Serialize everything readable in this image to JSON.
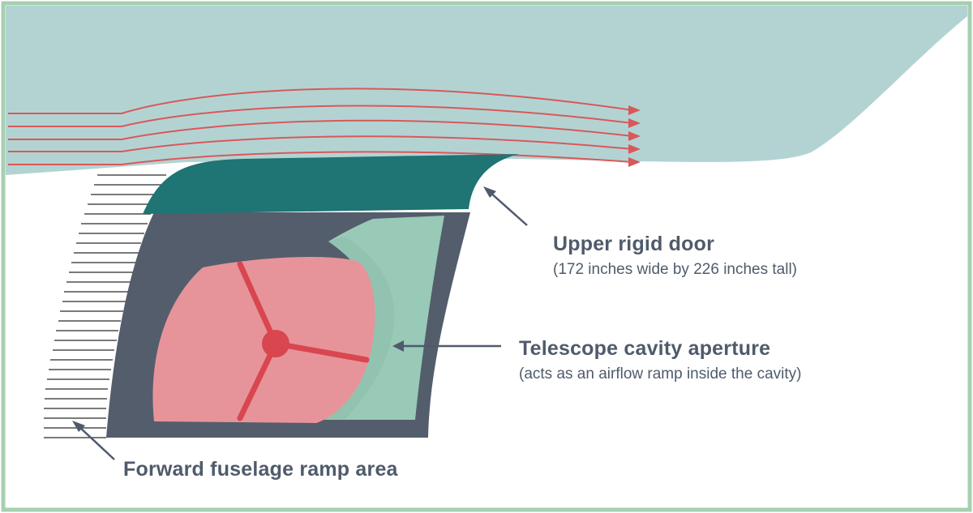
{
  "callouts": {
    "upper_door": {
      "title": "Upper rigid door",
      "detail": "(172 inches wide by 226 inches tall)"
    },
    "cavity_aperture": {
      "title": "Telescope cavity aperture",
      "detail": "(acts as an airflow ramp inside the cavity)"
    },
    "ramp_area": {
      "title": "Forward fuselage ramp area"
    }
  },
  "colors": {
    "fuselage": "#b3d3d3",
    "airflow_lines": "#d9585a",
    "upper_door": "#1f7474",
    "cavity_frame": "#545d6c",
    "mirror": "#e6949a",
    "mirror_struts": "#d9464f",
    "aperture_ramp": "#99c9b7",
    "text": "#4f5b6b",
    "border": "#a6cfb0"
  }
}
